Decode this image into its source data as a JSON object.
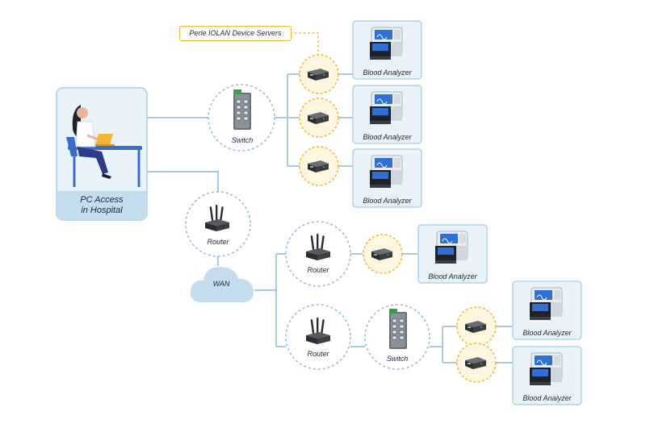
{
  "callout": {
    "text": "Perle IOLAN Device Servers"
  },
  "pc": {
    "line1": "PC Access",
    "line2": "in Hospital"
  },
  "labels": {
    "switch": "Switch",
    "router": "Router",
    "wan": "WAN",
    "analyzer": "Blood Analyzer"
  },
  "colors": {
    "line": "#a9cbe2",
    "dash_blue": "#94b9d6",
    "dash_orange": "#f2b632",
    "panel_fill": "#e8f2f9",
    "panel_border": "#a9cbe2",
    "pc_label_fill": "#c3dcee",
    "cloud": "#c3dcee",
    "device_dark": "#3b3e41",
    "person_blue": "#2e3a8c",
    "laptop": "#f2b632"
  },
  "icons": {
    "person": "person-at-laptop-icon",
    "switch": "network-switch-icon",
    "router": "wireless-router-icon",
    "device_server": "device-server-icon",
    "analyzer": "blood-analyzer-icon",
    "cloud": "cloud-icon"
  }
}
